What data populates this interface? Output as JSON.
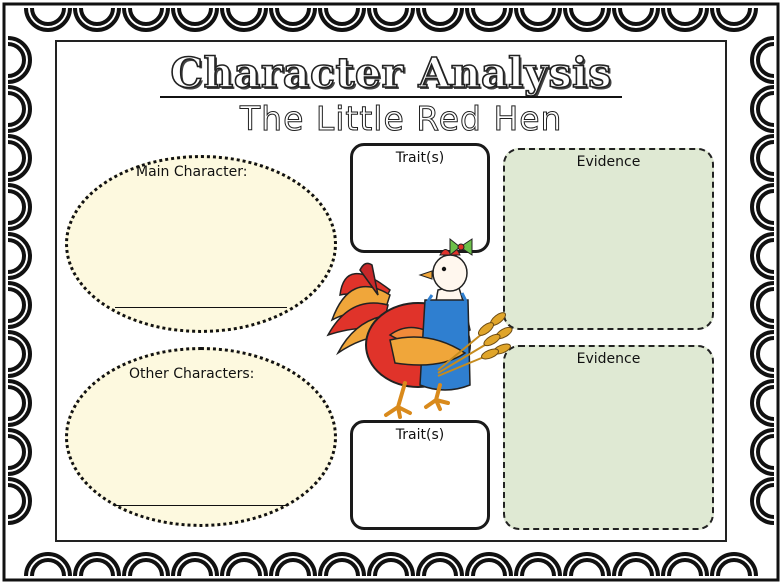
{
  "header": {
    "title": "Character Analysis",
    "subtitle": "The Little Red Hen"
  },
  "ovals": {
    "main_label": "Main Character:",
    "other_label": "Other Characters:"
  },
  "traits": {
    "top_label": "Trait(s)",
    "bottom_label": "Trait(s)"
  },
  "evidence": {
    "top_label": "Evidence",
    "bottom_label": "Evidence"
  },
  "colors": {
    "oval_fill": "#fdf9df",
    "evidence_fill": "#dfe9d3",
    "hen_body": "#e0332a",
    "apron": "#2f7fd0",
    "wheat": "#e0a52a"
  },
  "illustration": "little-red-hen"
}
